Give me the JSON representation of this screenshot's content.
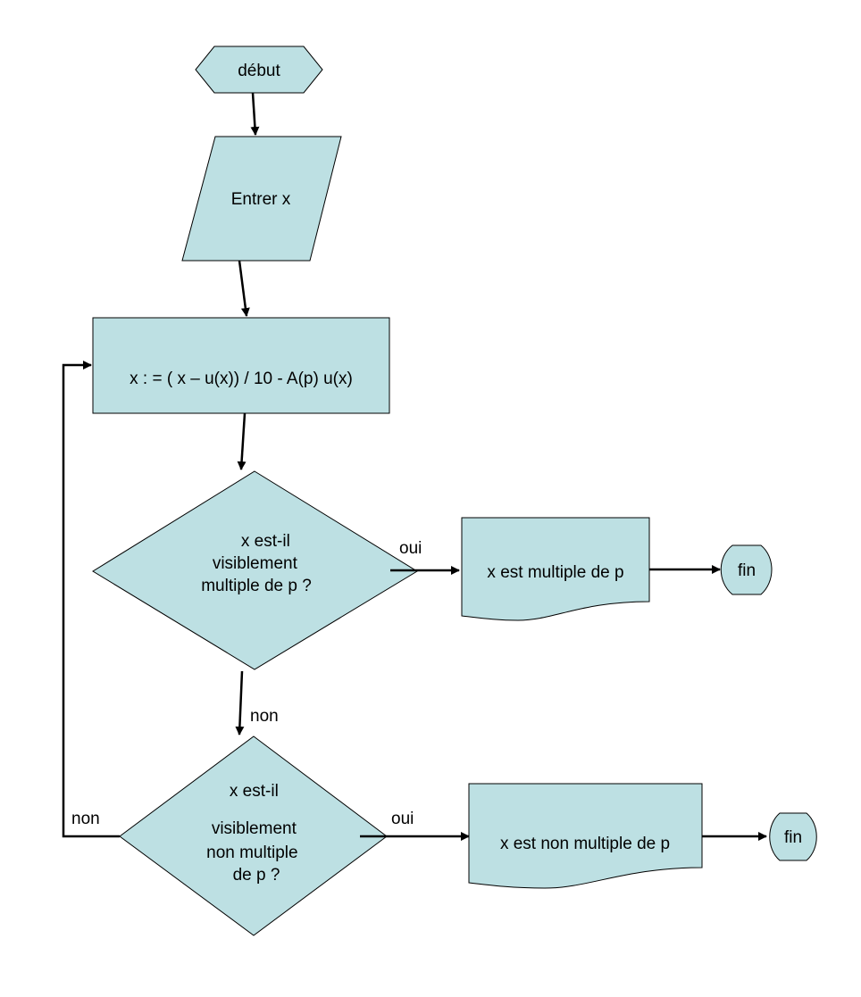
{
  "nodes": {
    "start": {
      "label": "début"
    },
    "input": {
      "label": "Entrer x"
    },
    "process": {
      "label": "x : = ( x – u(x)) / 10  - A(p) u(x)"
    },
    "decision1": {
      "lines": [
        "x est-il",
        "visiblement",
        "multiple de p ?"
      ]
    },
    "output1": {
      "label": "x est multiple de p"
    },
    "end1": {
      "label": "fin"
    },
    "decision2": {
      "lines": [
        "x est-il",
        "visiblement",
        "non multiple",
        "de p ?"
      ]
    },
    "output2": {
      "label": "x est non multiple  de p"
    },
    "end2": {
      "label": "fin"
    }
  },
  "edges": {
    "d1_yes": "oui",
    "d1_no": "non",
    "d2_yes": "oui",
    "d2_no": "non"
  },
  "colors": {
    "shape_fill": "#bde0e3",
    "stroke": "#000000"
  }
}
